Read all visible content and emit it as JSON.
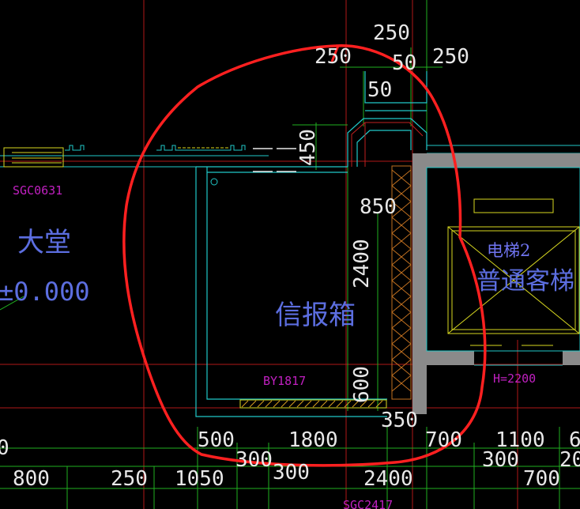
{
  "labels": {
    "lobby": "大堂",
    "elevation": "±0.000",
    "mailbox": "信报箱",
    "elevator_id": "电梯2",
    "elevator_type": "普通客梯",
    "elevator_height": "H=2200",
    "window_top": "SGC0631",
    "window_bottom": "SGC2417",
    "mailbox_code": "BY1817"
  },
  "dimensions": {
    "top_250": "250",
    "top_250_left": "250",
    "top_50_a": "50",
    "top_250_right": "250",
    "top_50_b": "50",
    "vertical_450": "450",
    "d850": "850",
    "d2400_vert": "2400",
    "d600_vert": "600",
    "d350": "350",
    "row1": [
      "0",
      "500",
      "1800",
      "700",
      "1100",
      "6"
    ],
    "row1b": [
      "300",
      "300",
      "300",
      "20"
    ],
    "row2": [
      "800",
      "250",
      "1050",
      "2400",
      "700"
    ]
  },
  "colors": {
    "background": "#000000",
    "wall_cyan": "#20c8c8",
    "grid_red": "#c02020",
    "dim_green": "#20c020",
    "structure_gray": "#8a8a8a",
    "elevator_yellow": "#d8d820",
    "hatch_orange": "#c07020",
    "annotation_red": "#ff2020",
    "magenta_text": "#c020c0",
    "room_text": "#5c6ee0"
  }
}
